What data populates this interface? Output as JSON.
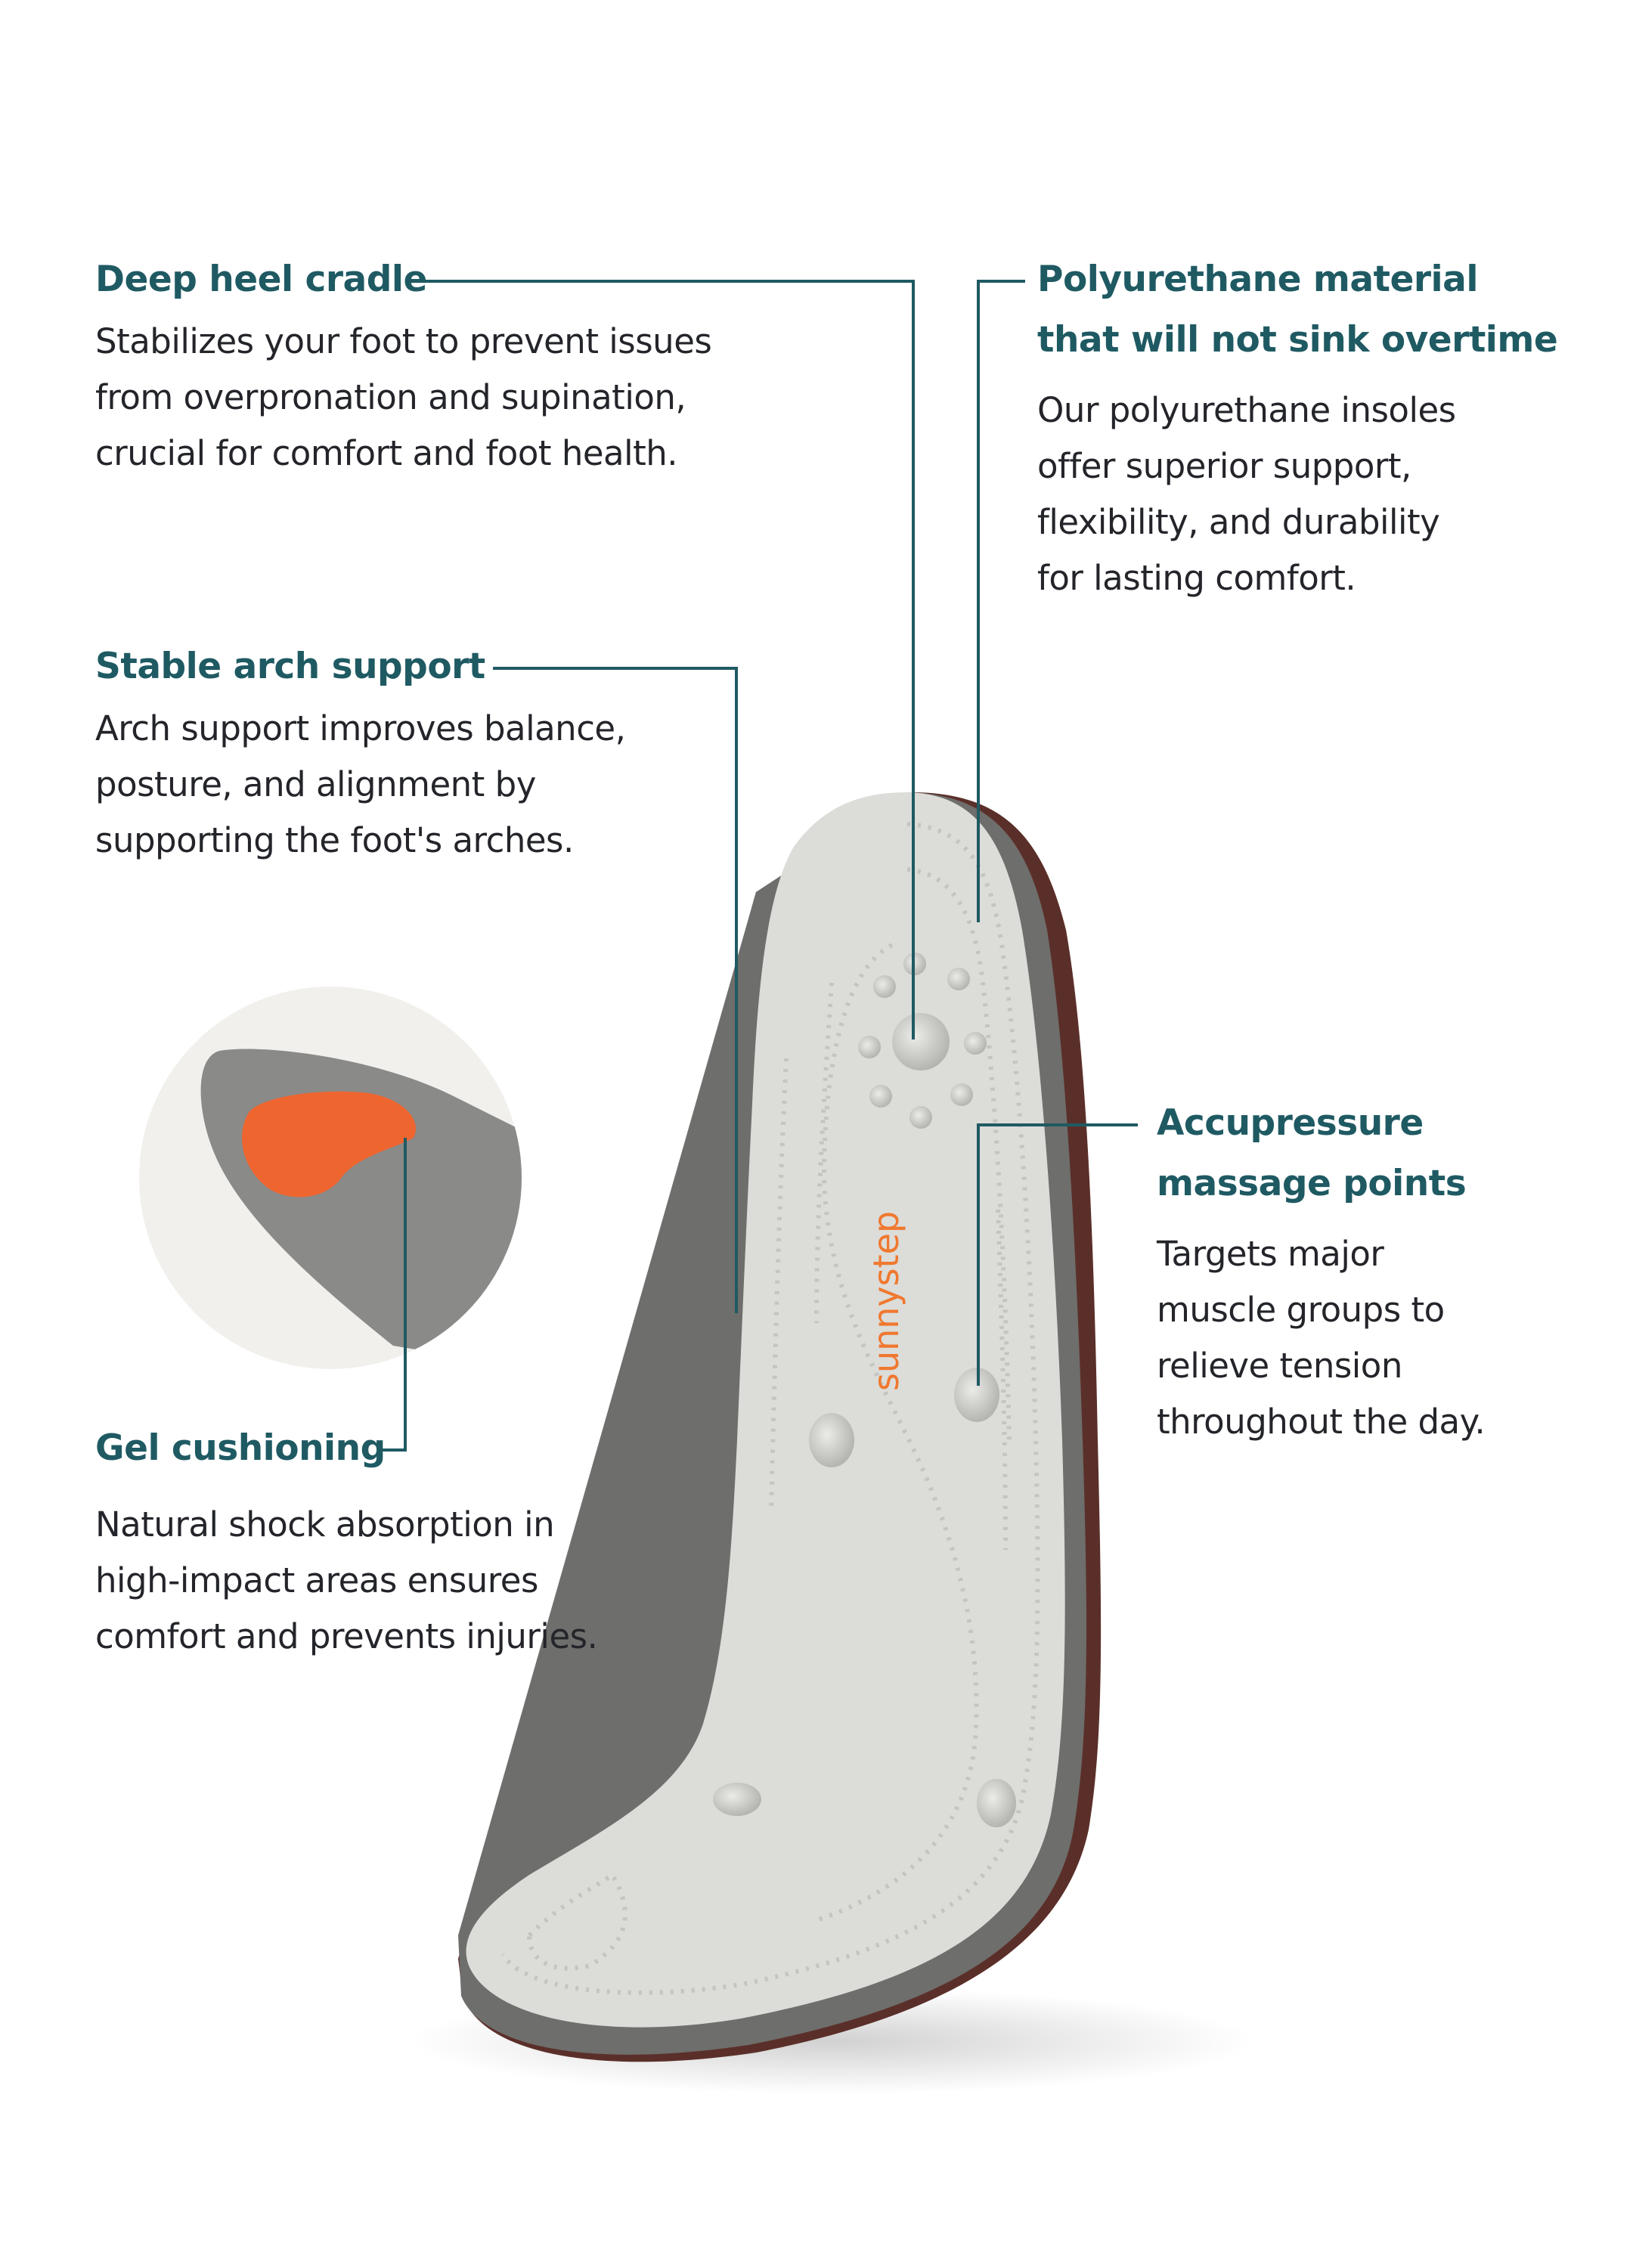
{
  "colors": {
    "accent": "#1f5a63",
    "text": "#23252a",
    "brand": "#f0782f",
    "gel": "#ee6530"
  },
  "brand_logo": "sunnystep",
  "features": {
    "heel": {
      "title": "Deep heel cradle",
      "lines": [
        "Stabilizes your foot to prevent issues",
        "from overpronation and supination,",
        "crucial for comfort and foot health."
      ]
    },
    "poly": {
      "title_lines": [
        "Polyurethane material",
        "that will not sink overtime"
      ],
      "lines": [
        "Our polyurethane insoles",
        "offer superior support,",
        "flexibility, and durability",
        "for lasting comfort."
      ]
    },
    "arch": {
      "title": "Stable arch support",
      "lines": [
        "Arch support improves balance,",
        "posture, and alignment by",
        "supporting the foot's arches."
      ]
    },
    "gel": {
      "title": "Gel cushioning",
      "lines": [
        "Natural shock absorption in",
        "high-impact areas ensures",
        "comfort and prevents injuries."
      ]
    },
    "accu": {
      "title_lines": [
        "Accupressure",
        "massage points"
      ],
      "lines": [
        "Targets major",
        "muscle groups to",
        "relieve tension",
        "throughout the day."
      ]
    }
  }
}
